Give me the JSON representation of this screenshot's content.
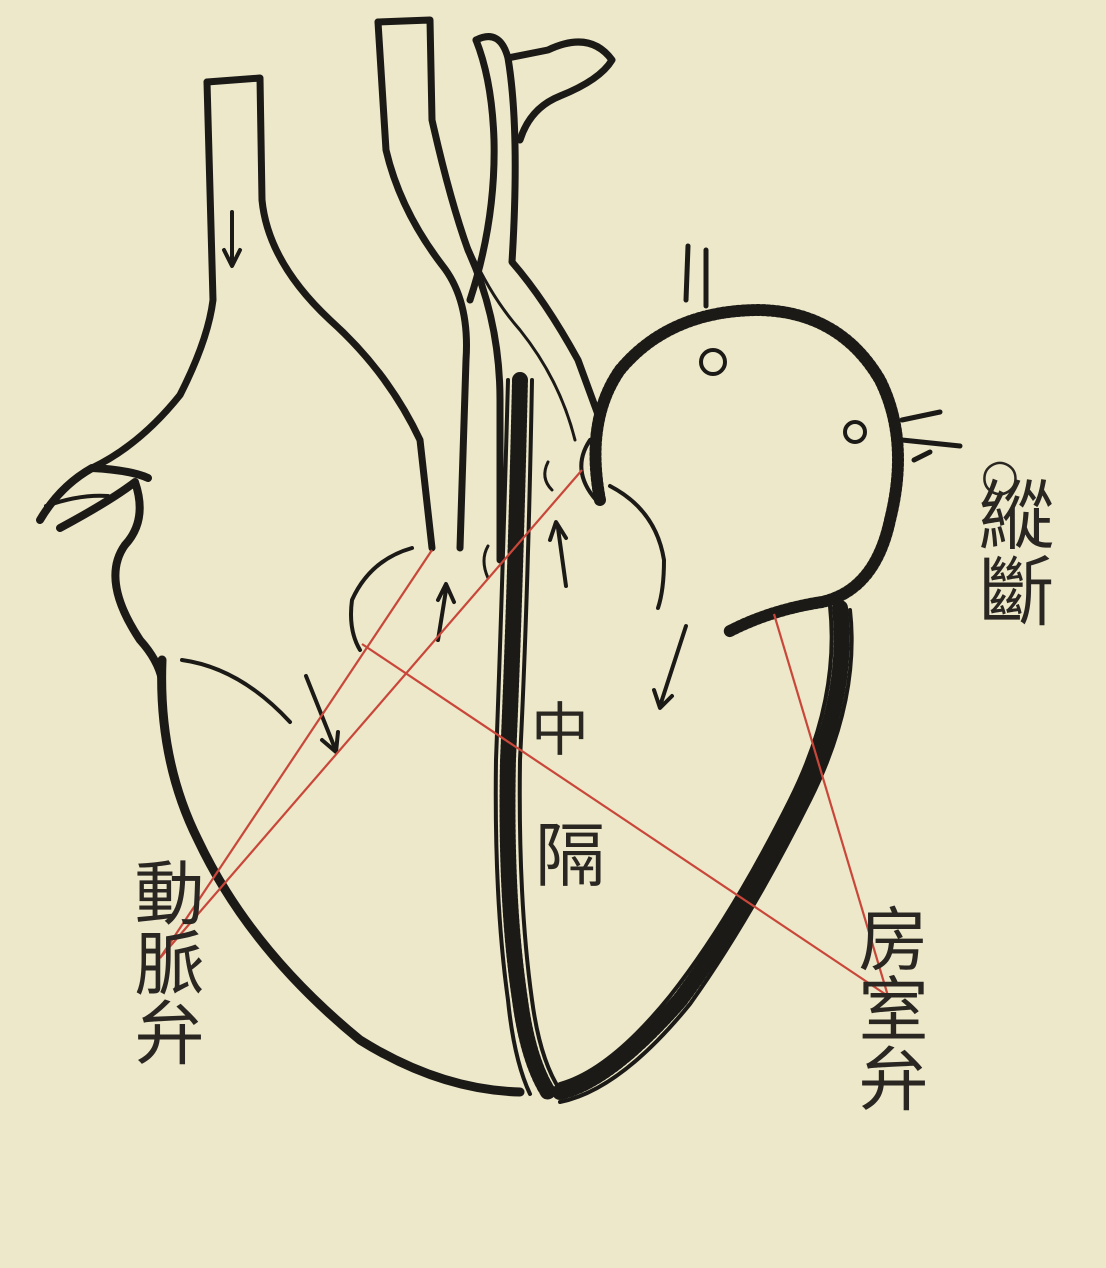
{
  "labels": {
    "section": "縱斷",
    "septum_top": "中",
    "septum_bottom": "隔",
    "arterial_valve": "動脈弁",
    "venous_valve": "房室弁"
  },
  "colors": {
    "paper": "#ece8c9",
    "ink": "#1c1a17",
    "pointer_line": "#c9473a"
  }
}
